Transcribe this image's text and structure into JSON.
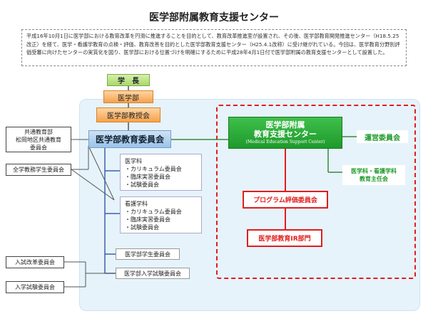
{
  "title": "医学部附属教育支援センター",
  "intro": "平成16年10月1日に医学部における教育改革を円滑に推進することを目的として、教育改革推進室が設置され、その後、医学部教育開発推進センター（H18.5.25改正）を経て、医学・看護学教育の点検・評価、教育改善を目的とした医学部教育支援センター（H25.4.1改称）に受け継がれている。今回は、医学教育分野別評価受審に向けたセンターの実質化を図り、医学部における位置づけを明確にするために平成28年4月1日付で医学部附属の教育支援センターとして設置した。",
  "nodes": {
    "gakucho": "学　長",
    "igakubu": "医学部",
    "kyojukai": "医学部教授会",
    "kyoiku_iinkai": "医学部教育委員会",
    "center_line1": "医学部附属",
    "center_line2": "教育支援センター",
    "center_en": "(Medical Education Support Center)",
    "unei": "運営委員会",
    "shunin_line1": "医学科・看護学科",
    "shunin_line2": "教育主任会",
    "program": "プログラム評価委員会",
    "ir": "医学部教育IR部門",
    "kyotsu_line1": "共通教育部",
    "kyotsu_line2": "松岡地区共通教育",
    "kyotsu_line3": "委員会",
    "zengaku": "全学教務学生委員会",
    "nyushi_kaikaku": "入試改革委員会",
    "nyugaku_iinkai": "入学試験委員会",
    "igakka_title": "医学科",
    "igakka_items": [
      "・カリキュラム委員会",
      "・臨床実習委員会",
      "・試験委員会"
    ],
    "kango_title": "看護学科",
    "kango_items": [
      "・カリキュラム委員会",
      "・臨床実習委員会",
      "・試験委員会"
    ],
    "gakusei": "医学部学生委員会",
    "nyushi": "医学部入学試験委員会"
  },
  "colors": {
    "accent_green": "#1e9a2b",
    "accent_red": "#e11d1d",
    "accent_blue": "#6f9fcf"
  }
}
